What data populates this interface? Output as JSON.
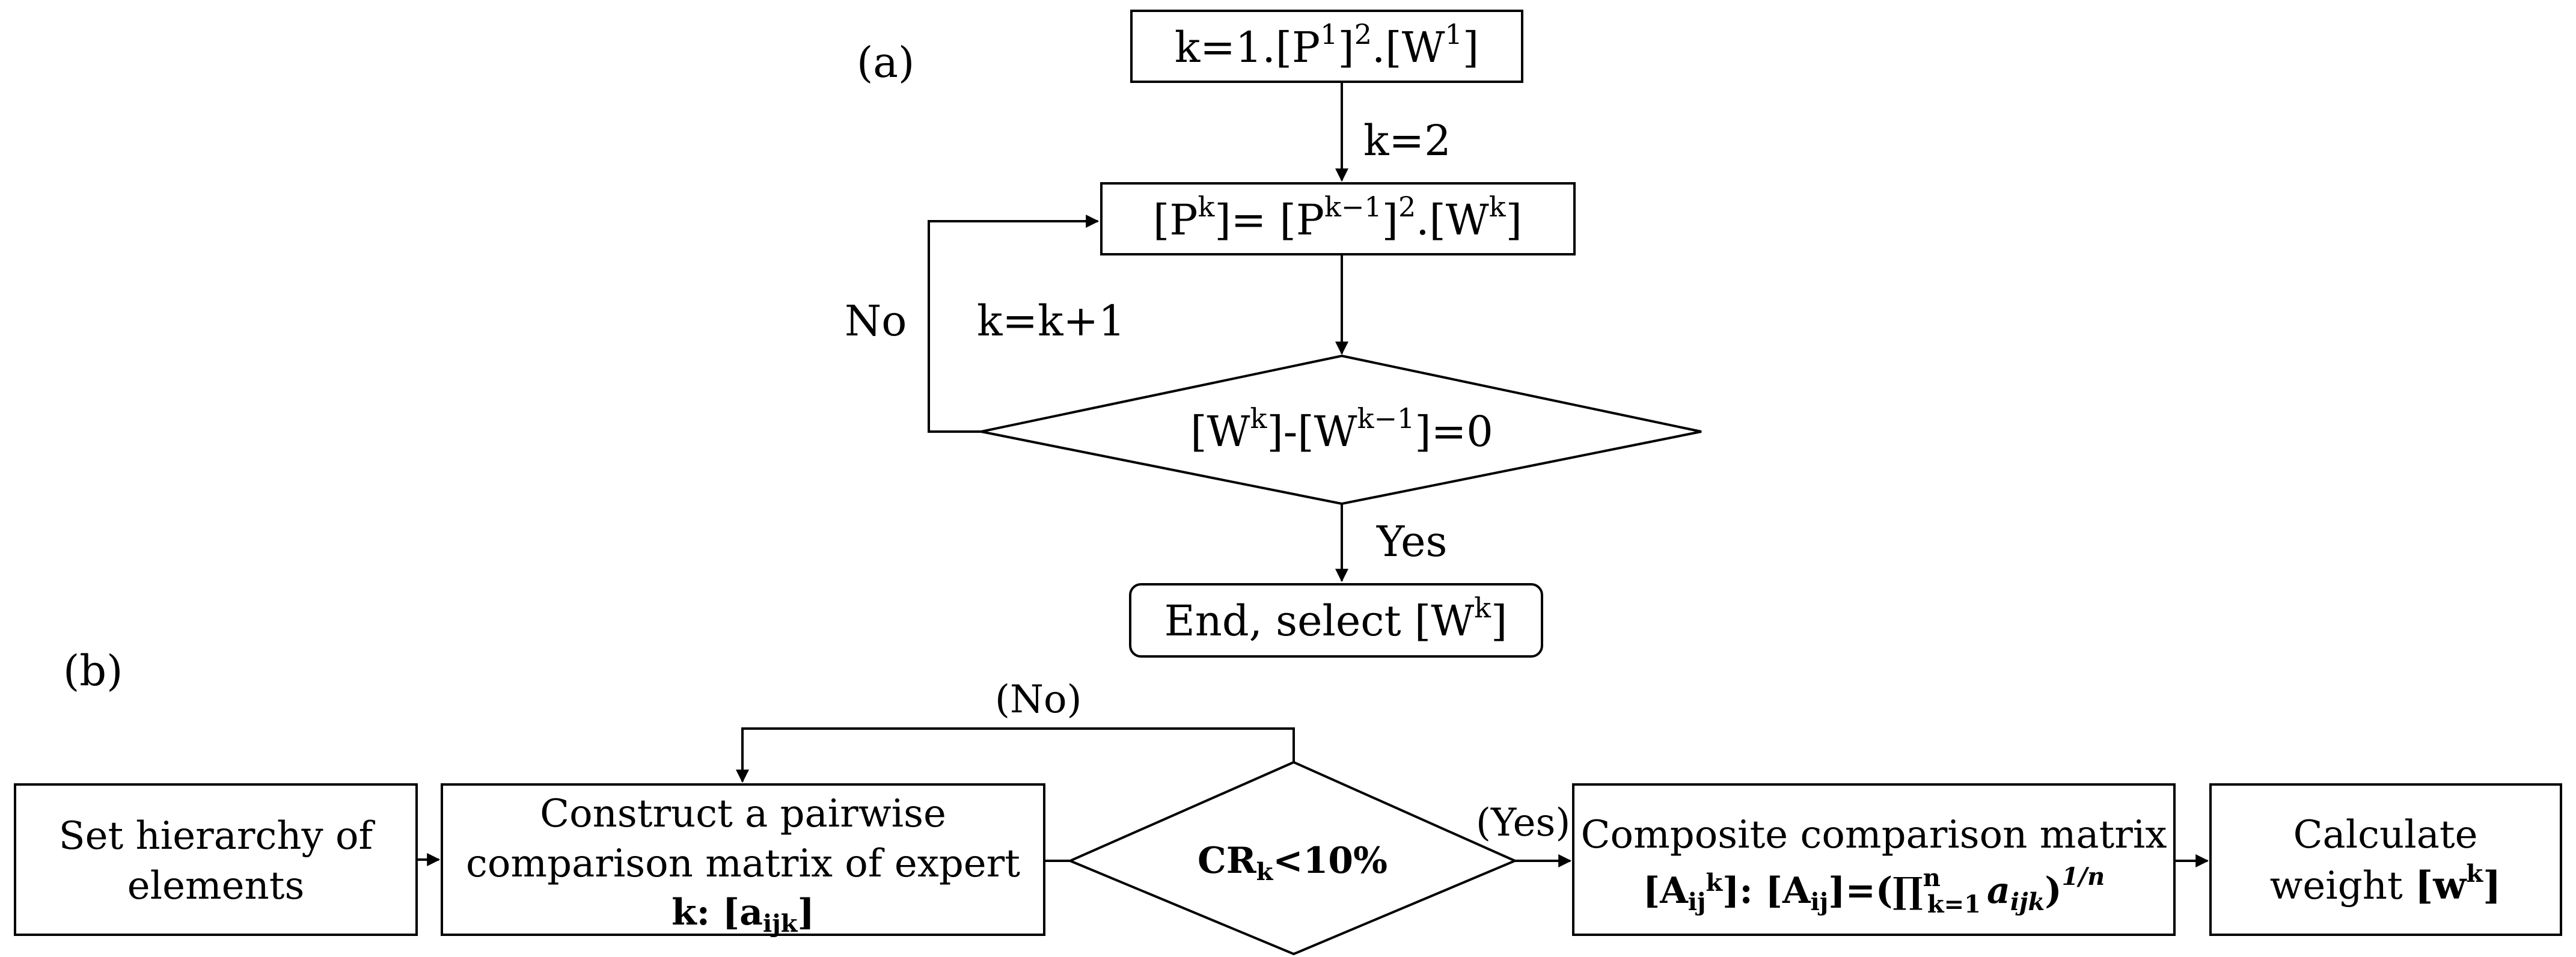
{
  "panel_a": {
    "label": "(a)",
    "init_box": {
      "pre": "k=1.[P",
      "sup1": "1",
      "mid1": "]",
      "sup2": "2",
      "mid2": ".[W",
      "sup3": "1",
      "post": "]"
    },
    "k2_label": "k=2",
    "update_box": {
      "pre": "[P",
      "sup1": "k",
      "mid1": "]= [P",
      "sup2": "k−1",
      "mid2": "]",
      "sup3": "2",
      "mid3": ".[W",
      "sup4": "k",
      "post": "]"
    },
    "increment_label": "k=k+1",
    "no_label": "No",
    "decision": {
      "pre": "[W",
      "sup1": "k",
      "mid": "]-[W",
      "sup2": "k−1",
      "post": "]=0"
    },
    "yes_label": "Yes",
    "end_box": {
      "pre": "End, select [W",
      "sup": "k",
      "post": "]"
    }
  },
  "panel_b": {
    "label": "(b)",
    "no_label": "(No)",
    "yes_label": "(Yes)",
    "step1": {
      "line1": "Set hierarchy of",
      "line2": "elements"
    },
    "step2": {
      "line1": "Construct a pairwise",
      "line2": "comparison matrix of expert",
      "line3_pre": "k: [a",
      "line3_sub": "ijk",
      "line3_post": "]"
    },
    "decision": {
      "pre": "CR",
      "sub": "k",
      "post": "<10%"
    },
    "step3": {
      "line1": "Composite comparison matrix",
      "line2_a": "[A",
      "line2_sub1": "ij",
      "line2_sup1": "k",
      "line2_b": "]: [A",
      "line2_sub2": "ij",
      "line2_c": "]=(",
      "prod": "∏",
      "prod_sup": "n",
      "prod_sub": "k=1",
      "a_ijk": "a",
      "a_sub": "ijk",
      "line2_d": ")",
      "exp": "1/n"
    },
    "step4": {
      "line1": "Calculate",
      "line2_pre": "weight ",
      "line2_b": "[w",
      "line2_sup": "k",
      "line2_post": "]"
    }
  }
}
